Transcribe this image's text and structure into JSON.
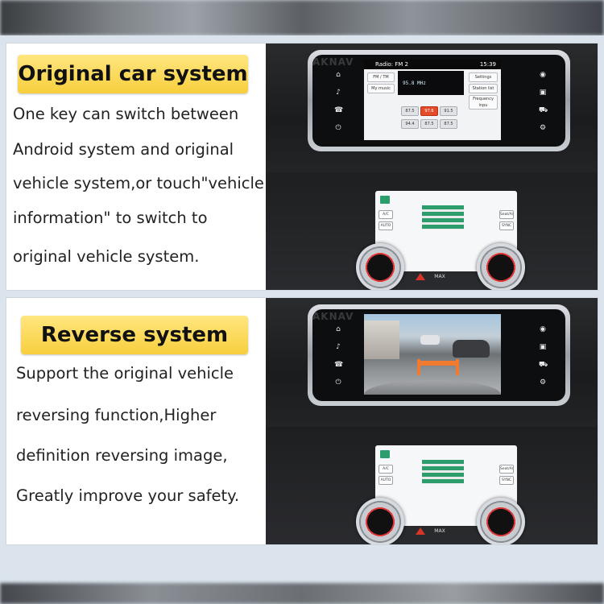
{
  "section1": {
    "heading": "Original car system",
    "lines": [
      "One key can switch between",
      "Android system and original",
      "vehicle system,or touch\"vehicle",
      "information\" to switch to",
      "original vehicle system."
    ],
    "screen": {
      "title": "Radio: FM 2",
      "time": "15:39",
      "frequency": "95.8 MHz",
      "left_buttons": [
        "FM / TM",
        "My music"
      ],
      "right_buttons": [
        "Settings",
        "Station list",
        "Frequency inpu"
      ],
      "presets": [
        "87.5",
        "97.6",
        "91.5",
        "94.4",
        "87.5",
        "87.5"
      ]
    },
    "climate": {
      "buttons_left": [
        "A/C",
        "AUTO"
      ],
      "buttons_right": [
        "Seat/A/C",
        "SYNC"
      ],
      "center_label": "MAX"
    }
  },
  "section2": {
    "heading": "Reverse system",
    "lines": [
      "Support the original vehicle",
      "reversing function,Higher",
      "definition reversing image,",
      "Greatly improve your safety."
    ],
    "climate": {
      "buttons_left": [
        "A/C",
        "AUTO"
      ],
      "buttons_right": [
        "Seat/A/C",
        "SYNC"
      ],
      "center_label": "MAX"
    }
  },
  "watermark": "AKNAV",
  "colors": {
    "heading_yellow": "#f7cf3d",
    "preset_active": "#e34b2a",
    "guide_orange": "#f07a2e"
  }
}
